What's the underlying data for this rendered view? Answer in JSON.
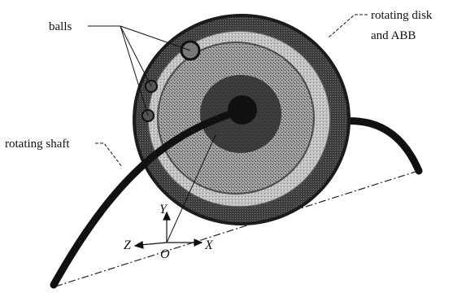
{
  "labels": {
    "balls": "balls",
    "disk_line1": "rotating disk",
    "disk_line2": "and ABB",
    "shaft": "rotating shaft"
  },
  "axes": {
    "y": "Y",
    "z": "Z",
    "origin": "O",
    "x": "X"
  }
}
